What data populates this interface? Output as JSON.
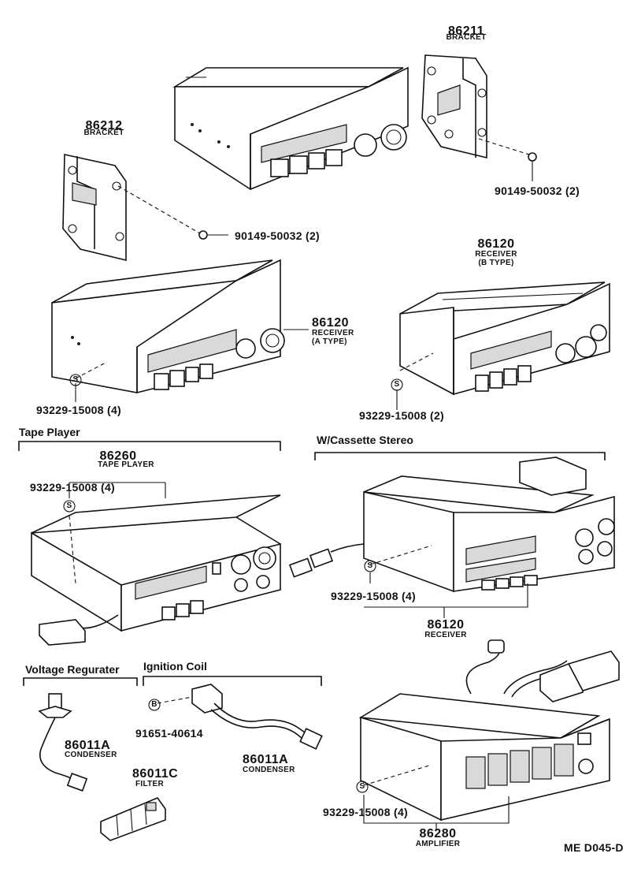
{
  "parts": {
    "bracket_r": {
      "number": "86211",
      "name": "BRACKET"
    },
    "bracket_l": {
      "number": "86212",
      "name": "BRACKET"
    },
    "screw_r": {
      "label": "90149-50032 (2)"
    },
    "screw_l": {
      "label": "90149-50032 (2)"
    },
    "receiver_a": {
      "number": "86120",
      "name1": "RECEIVER",
      "name2": "(A TYPE)"
    },
    "receiver_b": {
      "number": "86120",
      "name1": "RECEIVER",
      "name2": "(B TYPE)"
    },
    "screw_a": {
      "label": "93229-15008 (4)"
    },
    "screw_b": {
      "label": "93229-15008 (2)"
    },
    "tape_player": {
      "number": "86260",
      "name": "TAPE PLAYER"
    },
    "screw_tape": {
      "label": "93229-15008 (4)"
    },
    "screw_cassette": {
      "label": "93229-15008 (4)"
    },
    "receiver_cassette": {
      "number": "86120",
      "name": "RECEIVER"
    },
    "condenser_vr": {
      "number": "86011A",
      "name": "CONDENSER"
    },
    "filter": {
      "number": "86011C",
      "name": "FILTER"
    },
    "bolt_ig": {
      "label": "91651-40614"
    },
    "condenser_ig": {
      "number": "86011A",
      "name": "CONDENSER"
    },
    "screw_amp": {
      "label": "93229-15008 (4)"
    },
    "amplifier": {
      "number": "86280",
      "name": "AMPLIFIER"
    }
  },
  "sections": {
    "tape_player": "Tape Player",
    "cassette": "W/Cassette Stereo",
    "voltage": "Voltage Regurater",
    "ignition": "Ignition Coil"
  },
  "markers": {
    "s": "S",
    "b": "B"
  },
  "code": "ME D045-D"
}
